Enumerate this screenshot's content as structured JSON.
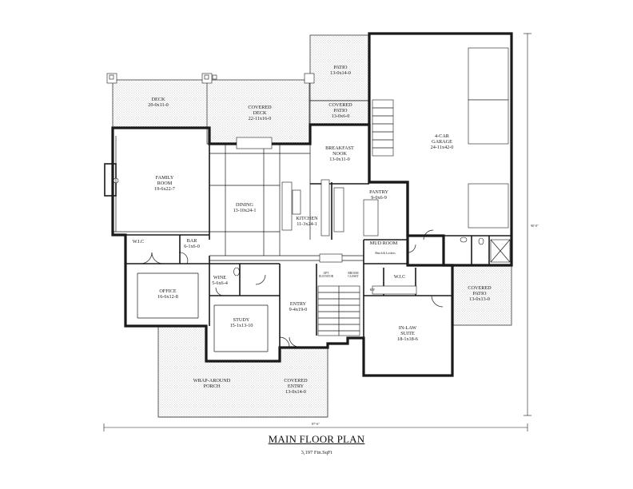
{
  "title": "MAIN FLOOR PLAN",
  "subtitle": "3,197 Fin.SqFt",
  "dimensions": {
    "width": "87'-6\"",
    "depth": "90'-0\""
  },
  "rooms": [
    {
      "id": "deck",
      "name": "DECK",
      "size": "20-0x11-0"
    },
    {
      "id": "covered-deck",
      "name": "COVERED\nDECK",
      "size": "22-11x16-0"
    },
    {
      "id": "patio-top",
      "name": "PATIO",
      "size": "13-0x14-0"
    },
    {
      "id": "covered-patio-top",
      "name": "COVERED\nPATIO",
      "size": "13-0x6-0"
    },
    {
      "id": "garage",
      "name": "4-CAR\nGARAGE",
      "size": "24-11x42-0"
    },
    {
      "id": "breakfast-nook",
      "name": "BREAKFAST\nNOOK",
      "size": "13-0x11-0"
    },
    {
      "id": "family-room",
      "name": "FAMILY\nROOM",
      "size": "19-6x22-7"
    },
    {
      "id": "dining",
      "name": "DINING",
      "size": "13-10x24-1"
    },
    {
      "id": "kitchen",
      "name": "KITCHEN",
      "size": "11-3x24-1"
    },
    {
      "id": "pantry",
      "name": "PANTRY",
      "size": "9-0x6-9"
    },
    {
      "id": "wic-left",
      "name": "W.I.C",
      "size": ""
    },
    {
      "id": "bar",
      "name": "BAR",
      "size": "6-1x6-0"
    },
    {
      "id": "mud-room",
      "name": "MUD ROOM",
      "size": ""
    },
    {
      "id": "office",
      "name": "OFFICE",
      "size": "16-6x12-8"
    },
    {
      "id": "wine",
      "name": "WINE",
      "size": "5-6x6-4"
    },
    {
      "id": "wic-right",
      "name": "W.I.C",
      "size": ""
    },
    {
      "id": "covered-patio-right",
      "name": "COVERED\nPATIO",
      "size": "13-0x13-0"
    },
    {
      "id": "study",
      "name": "STUDY",
      "size": "15-1x13-10"
    },
    {
      "id": "entry",
      "name": "ENTRY",
      "size": "9-4x19-0"
    },
    {
      "id": "in-law-suite",
      "name": "IN-LAW\nSUITE",
      "size": "18-1x18-6"
    },
    {
      "id": "wrap-porch",
      "name": "WRAP-AROUND\nPORCH",
      "size": ""
    },
    {
      "id": "covered-entry",
      "name": "COVERED\nENTRY",
      "size": "13-0x14-0"
    }
  ],
  "small_labels": {
    "opt_elevator": "OPT\nELEVATOR",
    "broom": "BROOM\nCLOSET",
    "ref": "REF",
    "bench": "Bench & Lockers"
  }
}
